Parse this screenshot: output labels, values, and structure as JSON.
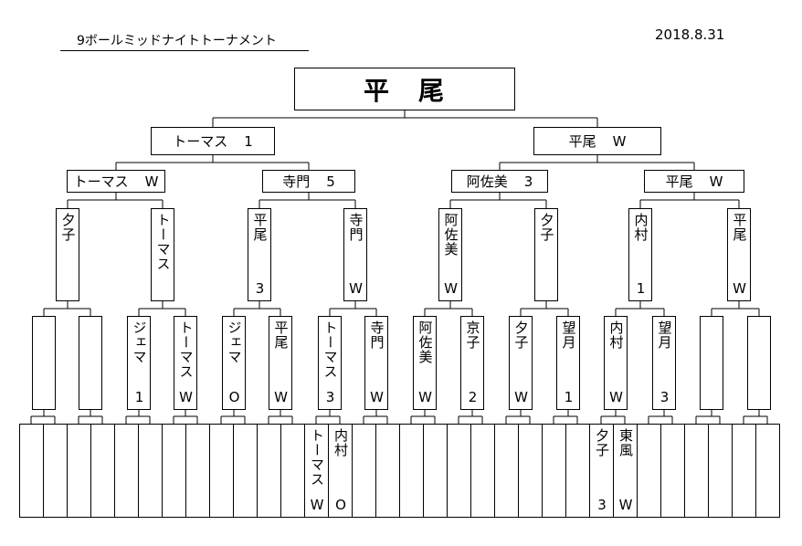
{
  "header": {
    "title": "9ボールミッドナイトトーナメント",
    "date": "2018.8.31"
  },
  "champion": "平　尾",
  "semis": [
    {
      "name": "トーマス",
      "result": "1"
    },
    {
      "name": "平尾",
      "result": "W"
    }
  ],
  "quarters": [
    {
      "name": "トーマス",
      "result": "W"
    },
    {
      "name": "寺門",
      "result": "5"
    },
    {
      "name": "阿佐美",
      "result": "3"
    },
    {
      "name": "平尾",
      "result": "W"
    }
  ],
  "round3": [
    {
      "name": "夕子",
      "result": ""
    },
    {
      "name": "トーマス",
      "result": ""
    },
    {
      "name": "平尾",
      "result": "3"
    },
    {
      "name": "寺門",
      "result": "W"
    },
    {
      "name": "阿佐美",
      "result": "W"
    },
    {
      "name": "夕子",
      "result": ""
    },
    {
      "name": "内村",
      "result": "1"
    },
    {
      "name": "平尾",
      "result": "W"
    }
  ],
  "round2": [
    {
      "name": "",
      "result": ""
    },
    {
      "name": "",
      "result": ""
    },
    {
      "name": "ジェマ",
      "result": "1"
    },
    {
      "name": "トーマス",
      "result": "W"
    },
    {
      "name": "ジェマ",
      "result": "O"
    },
    {
      "name": "平尾",
      "result": "W"
    },
    {
      "name": "トーマス",
      "result": "3"
    },
    {
      "name": "寺門",
      "result": "W"
    },
    {
      "name": "阿佐美",
      "result": "W"
    },
    {
      "name": "京子",
      "result": "2"
    },
    {
      "name": "夕子",
      "result": "W"
    },
    {
      "name": "望月",
      "result": "1"
    },
    {
      "name": "内村",
      "result": "W"
    },
    {
      "name": "望月",
      "result": "3"
    },
    {
      "name": "",
      "result": ""
    },
    {
      "name": "",
      "result": ""
    }
  ],
  "round1": [
    {
      "name": "",
      "result": ""
    },
    {
      "name": "",
      "result": ""
    },
    {
      "name": "",
      "result": ""
    },
    {
      "name": "",
      "result": ""
    },
    {
      "name": "",
      "result": ""
    },
    {
      "name": "",
      "result": ""
    },
    {
      "name": "",
      "result": ""
    },
    {
      "name": "",
      "result": ""
    },
    {
      "name": "",
      "result": ""
    },
    {
      "name": "",
      "result": ""
    },
    {
      "name": "",
      "result": ""
    },
    {
      "name": "",
      "result": ""
    },
    {
      "name": "トーマス",
      "result": "W"
    },
    {
      "name": "内村",
      "result": "O"
    },
    {
      "name": "",
      "result": ""
    },
    {
      "name": "",
      "result": ""
    },
    {
      "name": "",
      "result": ""
    },
    {
      "name": "",
      "result": ""
    },
    {
      "name": "",
      "result": ""
    },
    {
      "name": "",
      "result": ""
    },
    {
      "name": "",
      "result": ""
    },
    {
      "name": "",
      "result": ""
    },
    {
      "name": "",
      "result": ""
    },
    {
      "name": "",
      "result": ""
    },
    {
      "name": "夕子",
      "result": "3"
    },
    {
      "name": "東風",
      "result": "W"
    },
    {
      "name": "",
      "result": ""
    },
    {
      "name": "",
      "result": ""
    },
    {
      "name": "",
      "result": ""
    },
    {
      "name": "",
      "result": ""
    },
    {
      "name": "",
      "result": ""
    },
    {
      "name": "",
      "result": ""
    }
  ]
}
